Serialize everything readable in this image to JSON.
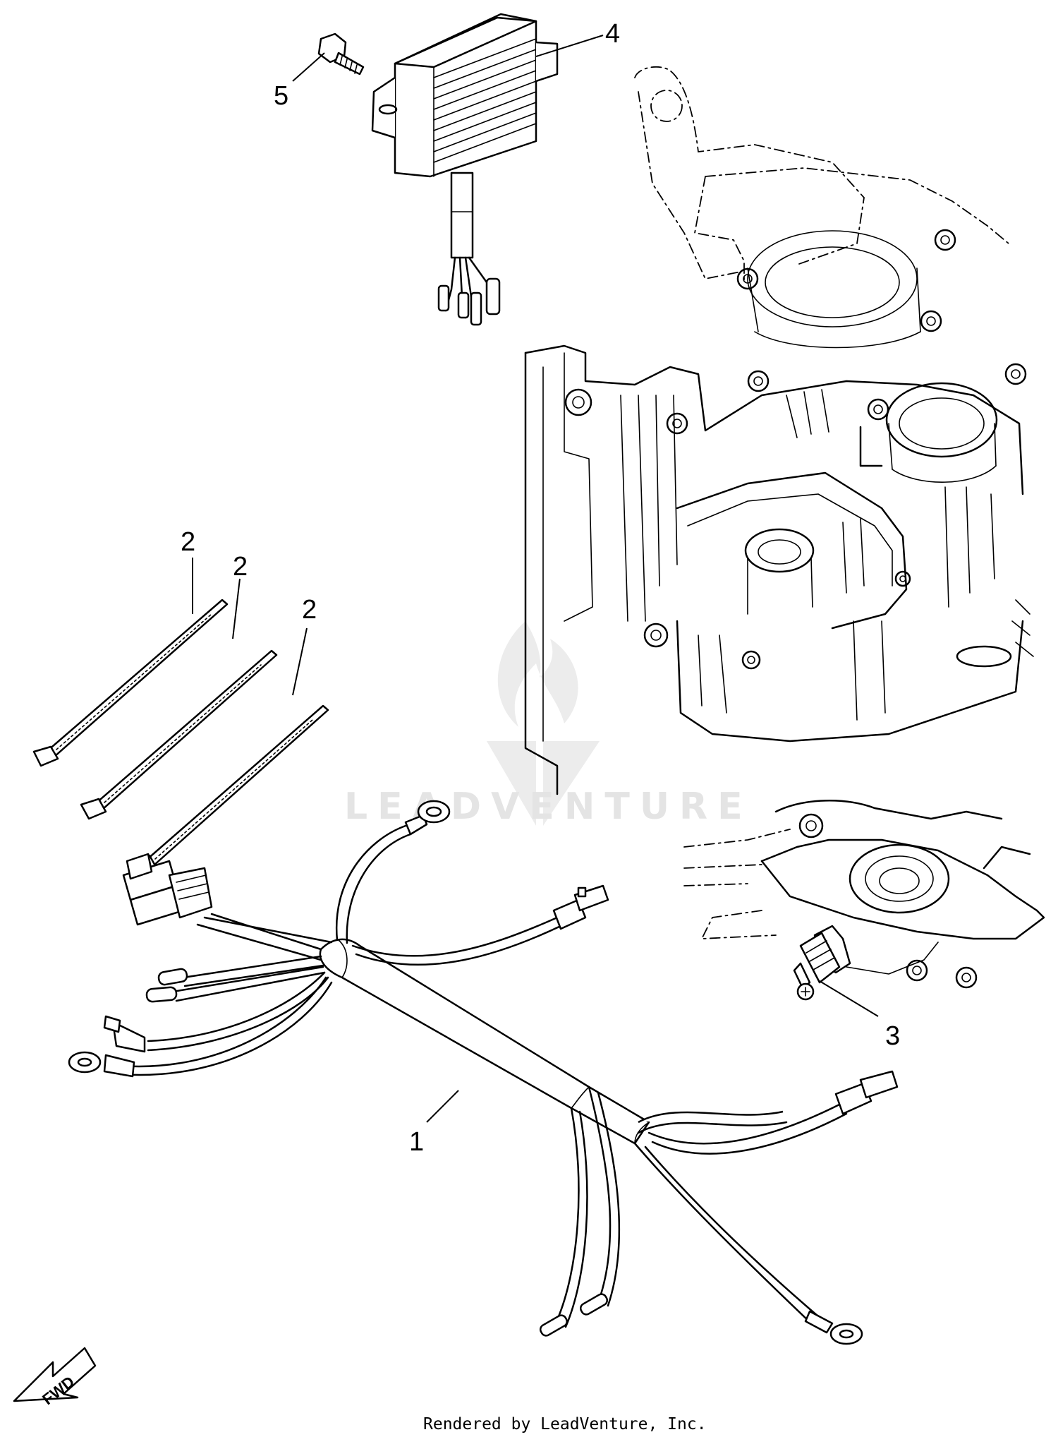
{
  "callouts": {
    "c1": "1",
    "c2a": "2",
    "c2b": "2",
    "c2c": "2",
    "c3": "3",
    "c4": "4",
    "c5": "5"
  },
  "watermark": "LEADVENTURE",
  "direction_label": "FWD",
  "footer": "Rendered by LeadVenture, Inc."
}
